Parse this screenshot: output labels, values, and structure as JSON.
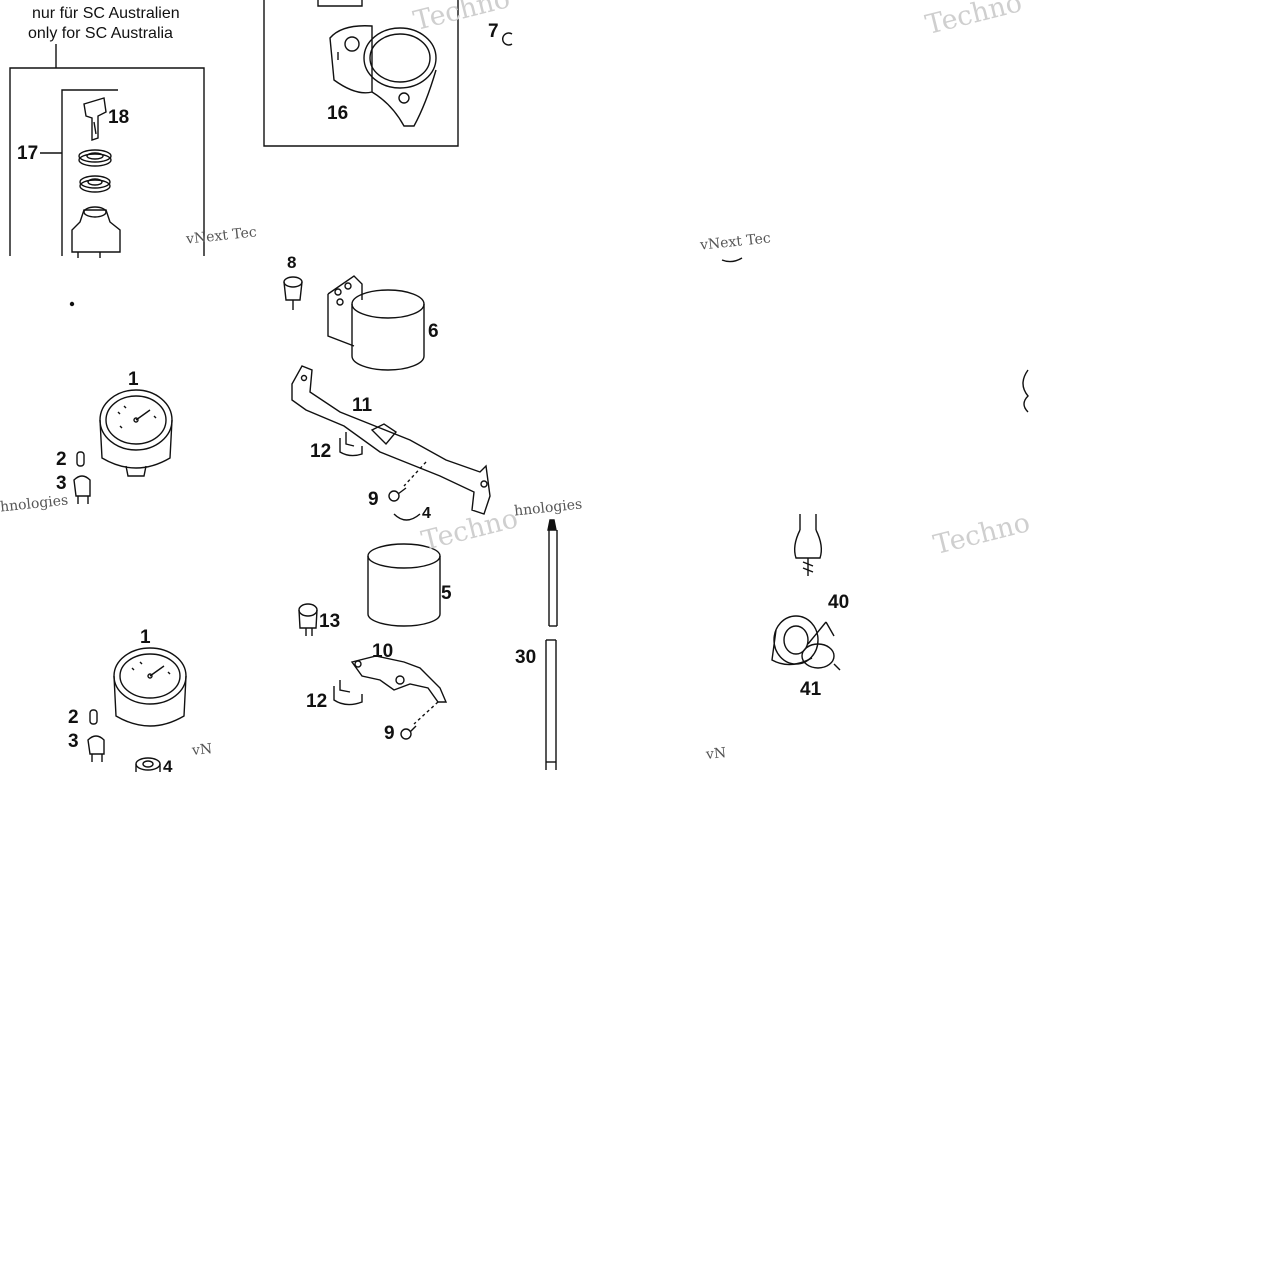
{
  "note": {
    "de": "nur für SC Australien",
    "en": "only for SC Australia"
  },
  "watermarks": {
    "techno": "Techno",
    "vnext": "vNext Tec",
    "nologies": "hnologies",
    "vn": "vN"
  },
  "labels": {
    "p17": "17",
    "p18": "18",
    "p16": "16",
    "p7": "7",
    "p8": "8",
    "p6": "6",
    "p1a": "1",
    "p2a": "2",
    "p3a": "3",
    "p11": "11",
    "p12a": "12",
    "p9a": "9",
    "p4a": "4",
    "p5": "5",
    "p13": "13",
    "p10": "10",
    "p12b": "12",
    "p9b": "9",
    "p30": "30",
    "p1b": "1",
    "p2b": "2",
    "p3b": "3",
    "p4b": "4",
    "p40": "40",
    "p41": "41"
  },
  "colors": {
    "ink": "#111111",
    "watermark": "#cfcfcf"
  }
}
